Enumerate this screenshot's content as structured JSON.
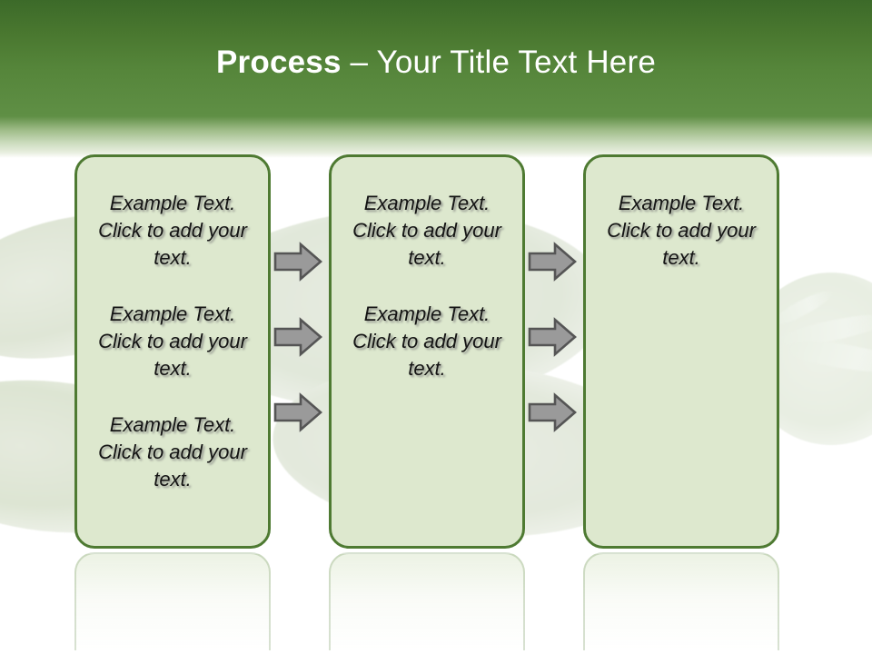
{
  "slide": {
    "title": {
      "strong": "Process",
      "rest": " – Your Title Text Here"
    },
    "theme": {
      "header_top": "#3c6a29",
      "header_bottom": "#5f8f45",
      "box_fill": "#dde8ce",
      "box_border": "#4e7a32",
      "arrow_fill": "#9a9a9a",
      "arrow_border": "#555555",
      "text_color": "#141414",
      "background": "#ffffff"
    },
    "stages": [
      {
        "name": "stage-1",
        "paragraphs": [
          "Example Text. Click  to add your text.",
          "Example Text. Click  to add your text.",
          "Example Text. Click  to add your text."
        ]
      },
      {
        "name": "stage-2",
        "paragraphs": [
          "Example Text. Click  to add your text.",
          "Example Text. Click  to add your text."
        ]
      },
      {
        "name": "stage-3",
        "paragraphs": [
          "Example Text. Click  to add your text."
        ]
      }
    ],
    "connectors": {
      "icon": "right-arrow-icon",
      "count_per_gap": 3,
      "gaps": 2
    }
  }
}
